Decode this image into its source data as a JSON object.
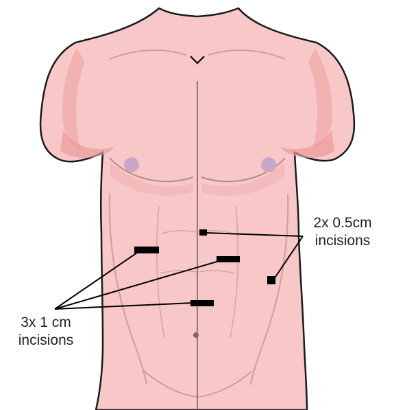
{
  "labels": {
    "small_incisions": {
      "line1": "2x 0.5cm",
      "line2": "incisions"
    },
    "large_incisions": {
      "line1": "3x 1 cm",
      "line2": "incisions"
    }
  },
  "colors": {
    "skin": "#f8c8c8",
    "skin_shadow": "#eea4a4",
    "outline": "#1a1a1a",
    "areola": "#c8a8c8",
    "incision": "#000000",
    "background": "#ffffff"
  }
}
